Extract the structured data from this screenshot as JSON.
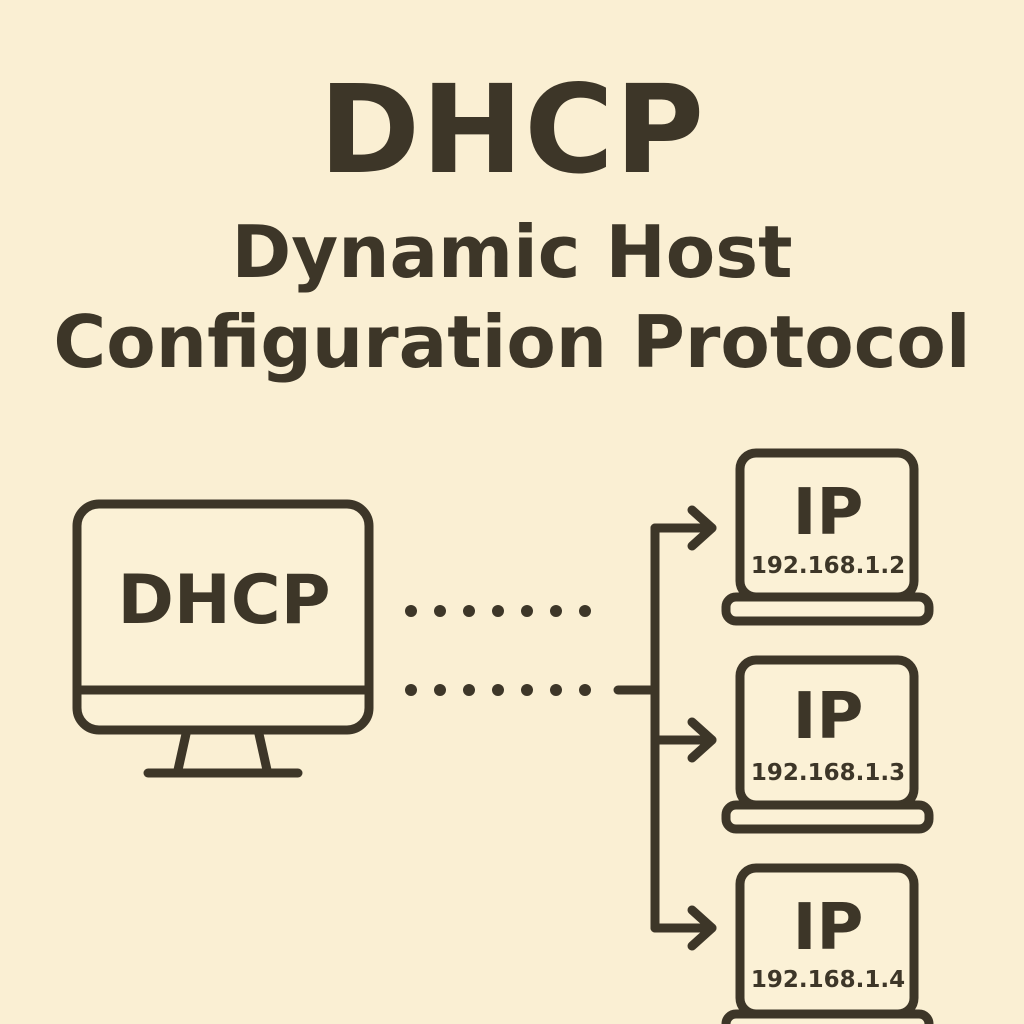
{
  "title": "DHCP",
  "subtitle_line1": "Dynamic Host",
  "subtitle_line2": "Configuration Protocol",
  "server": {
    "label": "DHCP"
  },
  "clients": [
    {
      "ip_label": "IP",
      "address": "192.168.1.2"
    },
    {
      "ip_label": "IP",
      "address": "192.168.1.3"
    },
    {
      "ip_label": "IP",
      "address": "192.168.1.4"
    }
  ],
  "colors": {
    "background": "#FAEFD3",
    "ink": "#3D3628",
    "screen_fill": "#FBF1D6"
  }
}
